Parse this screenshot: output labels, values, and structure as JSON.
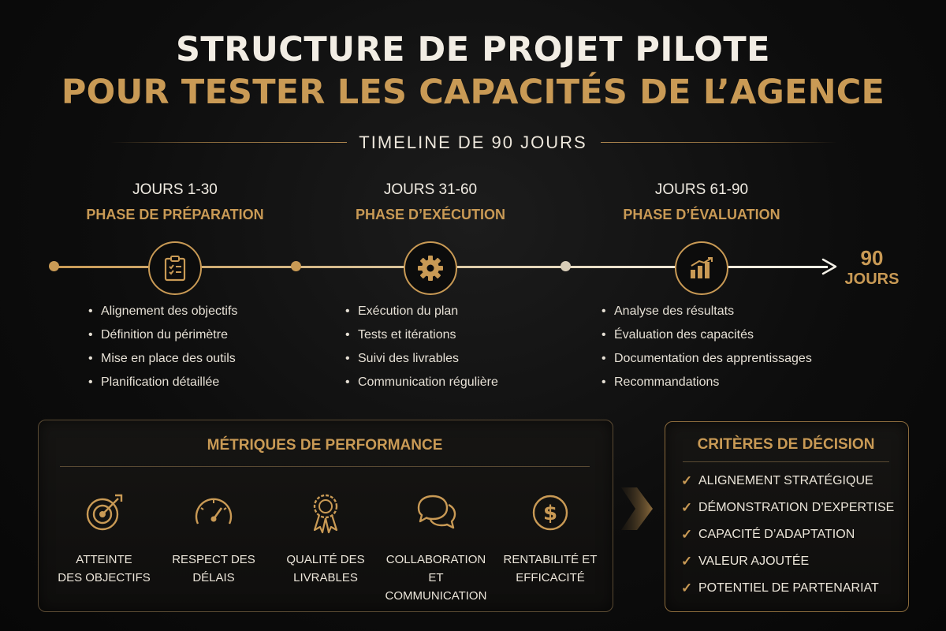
{
  "header": {
    "title_line1": "STRUCTURE DE PROJET PILOTE",
    "title_line2": "POUR TESTER LES CAPACITÉS DE L’AGENCE",
    "subtitle": "TIMELINE DE 90 JOURS"
  },
  "phases": [
    {
      "days": "JOURS 1-30",
      "name": "PHASE DE PRÉPARATION",
      "icon": "clipboard-checklist-icon",
      "items": [
        "Alignement des objectifs",
        "Définition du périmètre",
        "Mise en place des outils",
        "Planification détaillée"
      ]
    },
    {
      "days": "JOURS 31-60",
      "name": "PHASE D’EXÉCUTION",
      "icon": "gear-icon",
      "items": [
        "Exécution du plan",
        "Tests et itérations",
        "Suivi des livrables",
        "Communication régulière"
      ]
    },
    {
      "days": "JOURS 61-90",
      "name": "PHASE D’ÉVALUATION",
      "icon": "bar-chart-icon",
      "items": [
        "Analyse des résultats",
        "Évaluation des capacités",
        "Documentation des apprentissages",
        "Recommandations"
      ]
    }
  ],
  "timeline_end": {
    "number": "90",
    "unit": "JOURS"
  },
  "metrics": {
    "title": "MÉTRIQUES DE PERFORMANCE",
    "items": [
      {
        "icon": "target-icon",
        "line1": "ATTEINTE",
        "line2": "DES OBJECTIFS"
      },
      {
        "icon": "speedometer-icon",
        "line1": "RESPECT DES",
        "line2": "DÉLAIS"
      },
      {
        "icon": "award-ribbon-icon",
        "line1": "QUALITÉ DES",
        "line2": "LIVRABLES"
      },
      {
        "icon": "chat-bubbles-icon",
        "line1": "COLLABORATION ET",
        "line2": "COMMUNICATION"
      },
      {
        "icon": "dollar-coin-icon",
        "line1": "RENTABILITÉ ET",
        "line2": "EFFICACITÉ"
      }
    ]
  },
  "criteria": {
    "title": "CRITÈRES DE DÉCISION",
    "items": [
      "ALIGNEMENT STRATÉGIQUE",
      "DÉMONSTRATION D’EXPERTISE",
      "CAPACITÉ D’ADAPTATION",
      "VALEUR AJOUTÉE",
      "POTENTIEL DE PARTENARIAT"
    ]
  },
  "colors": {
    "accent": "#c99a55",
    "background": "#0d0d0d",
    "text": "#ece6da"
  }
}
